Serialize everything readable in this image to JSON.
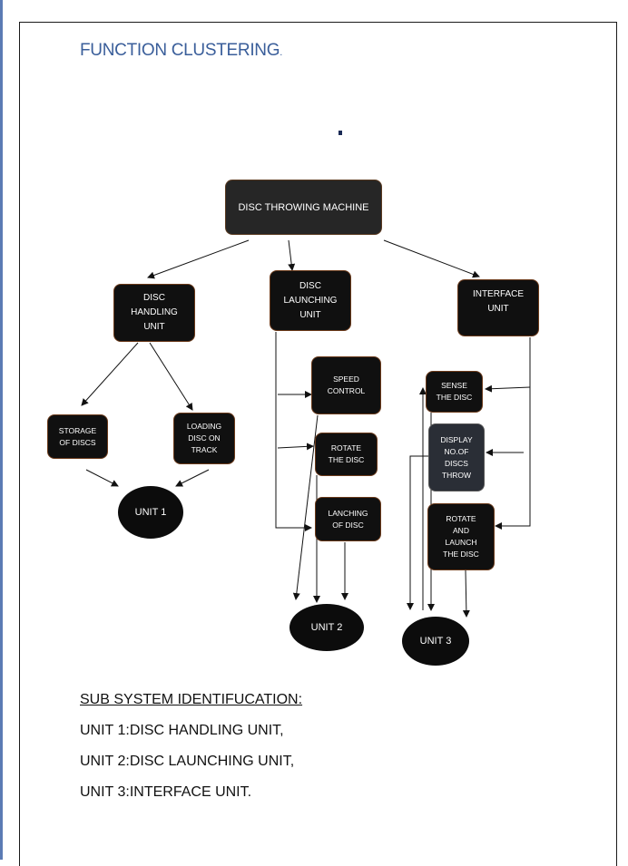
{
  "title": "FUNCTION CLUSTERING",
  "title_suffix": ".",
  "diagram": {
    "root": "DISC THROWING MACHINE",
    "disc_handling_unit": "DISC\nHANDLING\nUNIT",
    "disc_launching_unit": "DISC\nLAUNCHING\nUNIT",
    "interface_unit": "INTERFACE\nUNIT",
    "storage_of_discs": "STORAGE\nOF DISCS",
    "loading_disc_on_track": "LOADING\nDISC ON\nTRACK",
    "speed_control": "SPEED\nCONTROL",
    "rotate_the_disc": "ROTATE\nTHE DISC",
    "lanching_of_disc": "LANCHING\nOF DISC",
    "sense_the_disc": "SENSE\nTHE DISC",
    "display_no_of_discs": "DISPLAY\nNO.OF\nDISCS\nTHROW",
    "rotate_and_launch": "ROTATE\nAND\nLAUNCH\nTHE DISC",
    "unit1": "UNIT 1",
    "unit2": "UNIT 2",
    "unit3": "UNIT 3"
  },
  "subsystem": {
    "heading": "SUB SYSTEM IDENTIFUCATION:",
    "unit1": "UNIT 1:DISC HANDLING UNIT,",
    "unit2": "UNIT 2:DISC LAUNCHING UNIT,",
    "unit3": "UNIT 3:INTERFACE UNIT."
  }
}
